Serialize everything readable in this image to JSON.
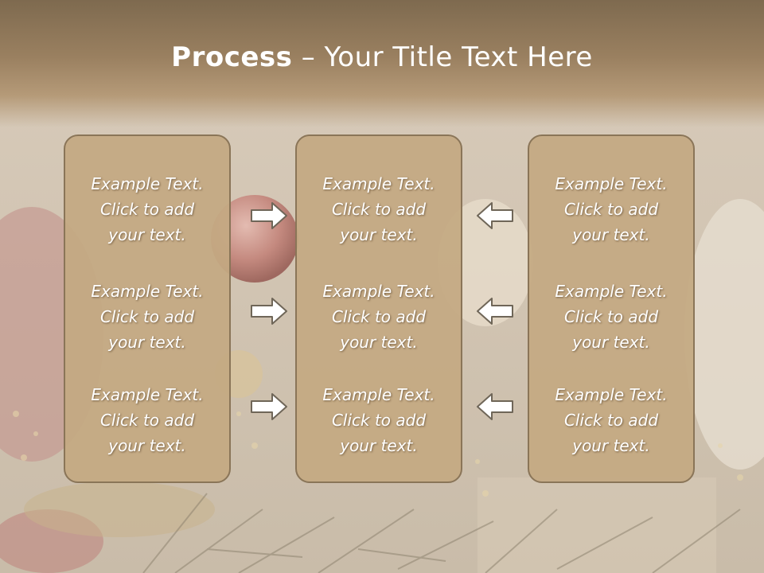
{
  "title": {
    "bold": "Process",
    "separator": "–",
    "rest": "Your Title Text Here"
  },
  "boxes": [
    {
      "items": [
        {
          "line1": "Example Text.",
          "line2": "Click  to add",
          "line3": "your text."
        },
        {
          "line1": "Example Text.",
          "line2": "Click  to add",
          "line3": "your text."
        },
        {
          "line1": "Example Text.",
          "line2": "Click  to add",
          "line3": "your text."
        }
      ]
    },
    {
      "items": [
        {
          "line1": "Example Text.",
          "line2": "Click  to add",
          "line3": "your text."
        },
        {
          "line1": "Example Text.",
          "line2": "Click  to add",
          "line3": "your text."
        },
        {
          "line1": "Example Text.",
          "line2": "Click  to add",
          "line3": "your text."
        }
      ]
    },
    {
      "items": [
        {
          "line1": "Example Text.",
          "line2": "Click  to add",
          "line3": "your text."
        },
        {
          "line1": "Example Text.",
          "line2": "Click  to add",
          "line3": "your text."
        },
        {
          "line1": "Example Text.",
          "line2": "Click  to add",
          "line3": "your text."
        }
      ]
    }
  ],
  "colors": {
    "box_fill": "#c4a982",
    "box_border": "#8a7558",
    "title_band": "#8c7457",
    "text": "#ffffff"
  },
  "icons": {
    "left_arrows": "arrow-right-icon",
    "right_arrows": "arrow-left-icon"
  }
}
